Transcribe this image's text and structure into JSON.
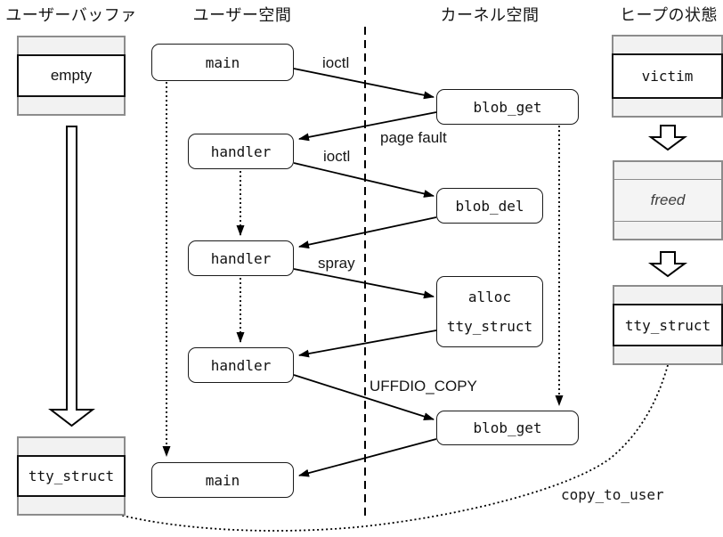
{
  "diagram": {
    "columns": {
      "user_buffer": "ユーザーバッファ",
      "user_space": "ユーザー空間",
      "kernel_space": "カーネル空間",
      "heap_state": "ヒープの状態"
    },
    "user_space_nodes": {
      "main_top": "main",
      "handler_1": "handler",
      "handler_2": "handler",
      "handler_3": "handler",
      "main_bottom": "main"
    },
    "kernel_nodes": {
      "blob_get_1": "blob_get",
      "blob_del": "blob_del",
      "alloc_line_1": "alloc",
      "alloc_line_2": "tty_struct",
      "blob_get_2": "blob_get"
    },
    "user_buffer_nodes": {
      "before": "empty",
      "after": "tty_struct"
    },
    "heap_nodes": {
      "victim": "victim",
      "freed": "freed",
      "reused": "tty_struct"
    },
    "edge_labels": {
      "ioctl_1": "ioctl",
      "page_fault": "page fault",
      "ioctl_2": "ioctl",
      "spray": "spray",
      "uffdio_copy": "UFFDIO_COPY",
      "copy_to_user": "copy_to_user"
    },
    "colors": {
      "stripe_fill": "#f2f2f2",
      "stripe_border": "#8c8c8c",
      "line": "#000000",
      "freed_text": "#3d3d3d"
    }
  }
}
